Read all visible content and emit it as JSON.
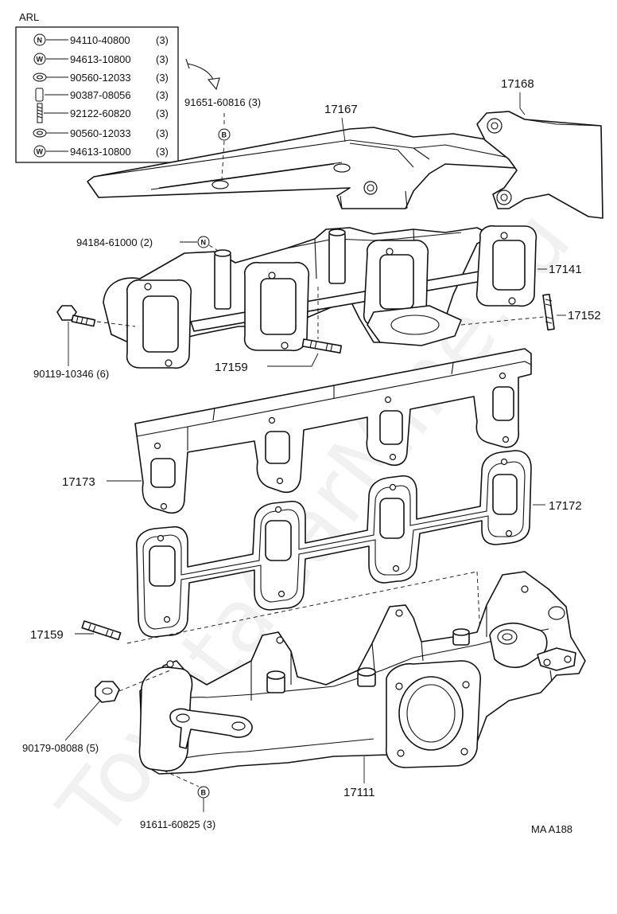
{
  "variant_label": "ARL",
  "ref_code": "MA A188",
  "watermark": "ToyotaCarMine.ru",
  "legend": [
    {
      "symbol": "N",
      "shape": "circle",
      "part_no": "94110-40800",
      "qty": "(3)"
    },
    {
      "symbol": "W",
      "shape": "circle",
      "part_no": "94613-10800",
      "qty": "(3)"
    },
    {
      "symbol": "",
      "shape": "collar",
      "part_no": "90560-12033",
      "qty": "(3)"
    },
    {
      "symbol": "",
      "shape": "sleeve",
      "part_no": "90387-08056",
      "qty": "(3)"
    },
    {
      "symbol": "",
      "shape": "stud",
      "part_no": "92122-60820",
      "qty": "(3)"
    },
    {
      "symbol": "",
      "shape": "collar",
      "part_no": "90560-12033",
      "qty": "(3)"
    },
    {
      "symbol": "W",
      "shape": "circle",
      "part_no": "94613-10800",
      "qty": "(3)"
    }
  ],
  "callouts": {
    "c91651": "91651-60816 (3)",
    "c17167": "17167",
    "c17168": "17168",
    "c94184": "94184-61000 (2)",
    "c17141": "17141",
    "c17152": "17152",
    "c90119": "90119-10346 (6)",
    "c17159a": "17159",
    "c17173": "17173",
    "c17172": "17172",
    "c17159b": "17159",
    "c90179": "90179-08088 (5)",
    "c17111": "17111",
    "c91611": "91611-60825 (3)"
  },
  "symbols": {
    "B": "B",
    "N": "N"
  }
}
